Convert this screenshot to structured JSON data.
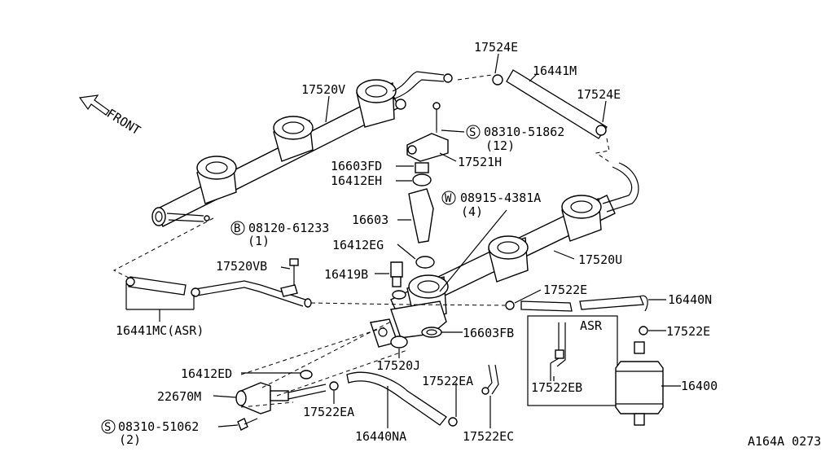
{
  "diagram": {
    "front_label": "FRONT",
    "asr_box_label": "ASR",
    "figure_code": "A164A 0273",
    "labels": {
      "p17524E_top": "17524E",
      "p16441M": "16441M",
      "p17524E_right": "17524E",
      "p17520V": "17520V",
      "p08310_51862": "08310-51862",
      "p08310_51862_qty": "(12)",
      "p17521H": "17521H",
      "p16603FD": "16603FD",
      "p16412EH": "16412EH",
      "p08915_4381A": "08915-4381A",
      "p08915_4381A_qty": "(4)",
      "p16603": "16603",
      "p08120_61233": "08120-61233",
      "p08120_61233_qty": "(1)",
      "p16412EG": "16412EG",
      "p17520VB": "17520VB",
      "p17520U": "17520U",
      "p16419B": "16419B",
      "p17522E_mid": "17522E",
      "p16440N": "16440N",
      "p16441MC": "16441MC(ASR)",
      "p17522E_right": "17522E",
      "p16603FB": "16603FB",
      "p17520J": "17520J",
      "p16412ED": "16412ED",
      "p17522EA_right": "17522EA",
      "p16400": "16400",
      "p17522EB": "17522EB",
      "p22670M": "22670M",
      "p17522EA_left": "17522EA",
      "p08310_51062": "08310-51062",
      "p08310_51062_qty": "(2)",
      "p16440NA": "16440NA",
      "p17522EC": "17522EC"
    },
    "symbols": {
      "s_circle": "S",
      "w_circle": "W",
      "b_circle": "B"
    }
  }
}
